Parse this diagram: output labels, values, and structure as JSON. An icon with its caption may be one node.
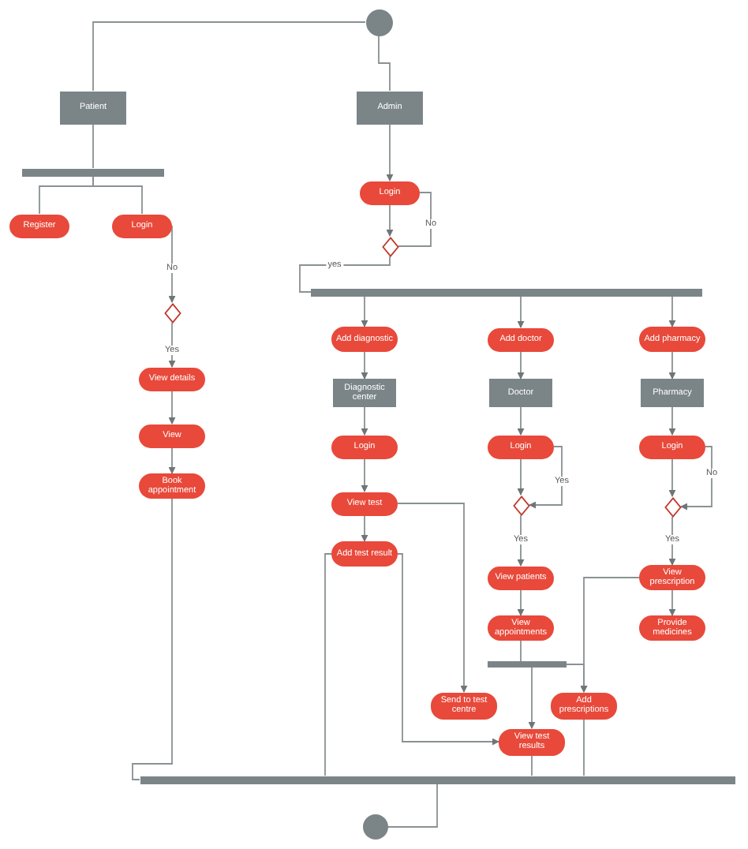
{
  "diagram": {
    "nodes": [
      {
        "text": [],
        "shape": "circle"
      },
      {
        "text": [
          "Patient"
        ]
      },
      {
        "text": [
          "Admin"
        ]
      },
      {
        "text": [],
        "shape": "bar"
      },
      {
        "text": [
          "Register"
        ]
      },
      {
        "text": [
          "Login"
        ]
      },
      {
        "text": [],
        "shape": "diamond"
      },
      {
        "text": [
          "View details"
        ]
      },
      {
        "text": [
          "View"
        ]
      },
      {
        "text": [
          "Book appointment"
        ]
      },
      {
        "text": [
          "Login"
        ]
      },
      {
        "text": [],
        "shape": "diamond"
      },
      {
        "text": [],
        "shape": "bar"
      },
      {
        "text": [
          "Add diagnostic"
        ]
      },
      {
        "text": [
          "Diagnostic center"
        ]
      },
      {
        "text": [
          "Login"
        ]
      },
      {
        "text": [
          "View test"
        ]
      },
      {
        "text": [
          "Add test result"
        ]
      },
      {
        "text": [
          "Add doctor"
        ]
      },
      {
        "text": [
          "Doctor"
        ]
      },
      {
        "text": [
          "Login"
        ]
      },
      {
        "text": [],
        "shape": "diamond"
      },
      {
        "text": [
          "View patients"
        ]
      },
      {
        "text": [
          "View appointments"
        ]
      },
      {
        "text": [
          "Add pharmacy"
        ]
      },
      {
        "text": [
          "Pharmacy"
        ]
      },
      {
        "text": [
          "Login"
        ]
      },
      {
        "text": [],
        "shape": "diamond"
      },
      {
        "text": [
          "View prescription"
        ]
      },
      {
        "text": [
          "Provide medicines"
        ]
      },
      {
        "text": [],
        "shape": "bar"
      },
      {
        "text": [
          "Send to test centre"
        ]
      },
      {
        "text": [
          "Add prescriptions"
        ]
      },
      {
        "text": [
          "View test results"
        ]
      },
      {
        "text": [],
        "shape": "bar"
      },
      {
        "text": [],
        "shape": "circle"
      }
    ],
    "edges": [
      {
        "from": 0,
        "to": 1,
        "arrow": "none"
      },
      {
        "from": 0,
        "to": 2,
        "arrow": "none"
      },
      {
        "from": 1,
        "to": 3,
        "arrow": "none"
      },
      {
        "from": 3,
        "to": 4,
        "arrow": "none"
      },
      {
        "from": 3,
        "to": 5,
        "arrow": "none"
      },
      {
        "from": 5,
        "to": 6,
        "arrow": "to",
        "label": "No"
      },
      {
        "from": 6,
        "to": 7,
        "arrow": "to",
        "label": "Yes"
      },
      {
        "from": 7,
        "to": 8,
        "arrow": "to"
      },
      {
        "from": 8,
        "to": 9,
        "arrow": "to"
      },
      {
        "from": 9,
        "to": 34,
        "arrow": "none"
      },
      {
        "from": 2,
        "to": 10,
        "arrow": "to"
      },
      {
        "from": 10,
        "to": 11,
        "arrow": "to"
      },
      {
        "from": 11,
        "to": 10,
        "arrow": "none",
        "label": "No"
      },
      {
        "from": 11,
        "to": 12,
        "arrow": "none",
        "label": "yes"
      },
      {
        "from": 12,
        "to": 13,
        "arrow": "to"
      },
      {
        "from": 12,
        "to": 18,
        "arrow": "to"
      },
      {
        "from": 12,
        "to": 24,
        "arrow": "to"
      },
      {
        "from": 13,
        "to": 14,
        "arrow": "to"
      },
      {
        "from": 14,
        "to": 15,
        "arrow": "to"
      },
      {
        "from": 15,
        "to": 16,
        "arrow": "to"
      },
      {
        "from": 16,
        "to": 17,
        "arrow": "to"
      },
      {
        "from": 16,
        "to": 31,
        "arrow": "to"
      },
      {
        "from": 17,
        "to": 33,
        "arrow": "to"
      },
      {
        "from": 17,
        "to": 34,
        "arrow": "none"
      },
      {
        "from": 18,
        "to": 19,
        "arrow": "to"
      },
      {
        "from": 19,
        "to": 20,
        "arrow": "to"
      },
      {
        "from": 20,
        "to": 21,
        "arrow": "to"
      },
      {
        "from": 20,
        "to": 21,
        "arrow": "to",
        "label": "Yes"
      },
      {
        "from": 21,
        "to": 22,
        "arrow": "to",
        "label": "Yes"
      },
      {
        "from": 22,
        "to": 23,
        "arrow": "to"
      },
      {
        "from": 23,
        "to": 30,
        "arrow": "none"
      },
      {
        "from": 30,
        "to": 33,
        "arrow": "to"
      },
      {
        "from": 30,
        "to": 32,
        "arrow": "to"
      },
      {
        "from": 24,
        "to": 25,
        "arrow": "to"
      },
      {
        "from": 25,
        "to": 26,
        "arrow": "to"
      },
      {
        "from": 26,
        "to": 27,
        "arrow": "to"
      },
      {
        "from": 26,
        "to": 27,
        "arrow": "to",
        "label": "No"
      },
      {
        "from": 27,
        "to": 28,
        "arrow": "to",
        "label": "Yes"
      },
      {
        "from": 28,
        "to": 29,
        "arrow": "to"
      },
      {
        "from": 28,
        "to": 32,
        "arrow": "to"
      },
      {
        "from": 32,
        "to": 34,
        "arrow": "none"
      },
      {
        "from": 33,
        "to": 34,
        "arrow": "none"
      },
      {
        "from": 34,
        "to": 35,
        "arrow": "none"
      }
    ]
  }
}
